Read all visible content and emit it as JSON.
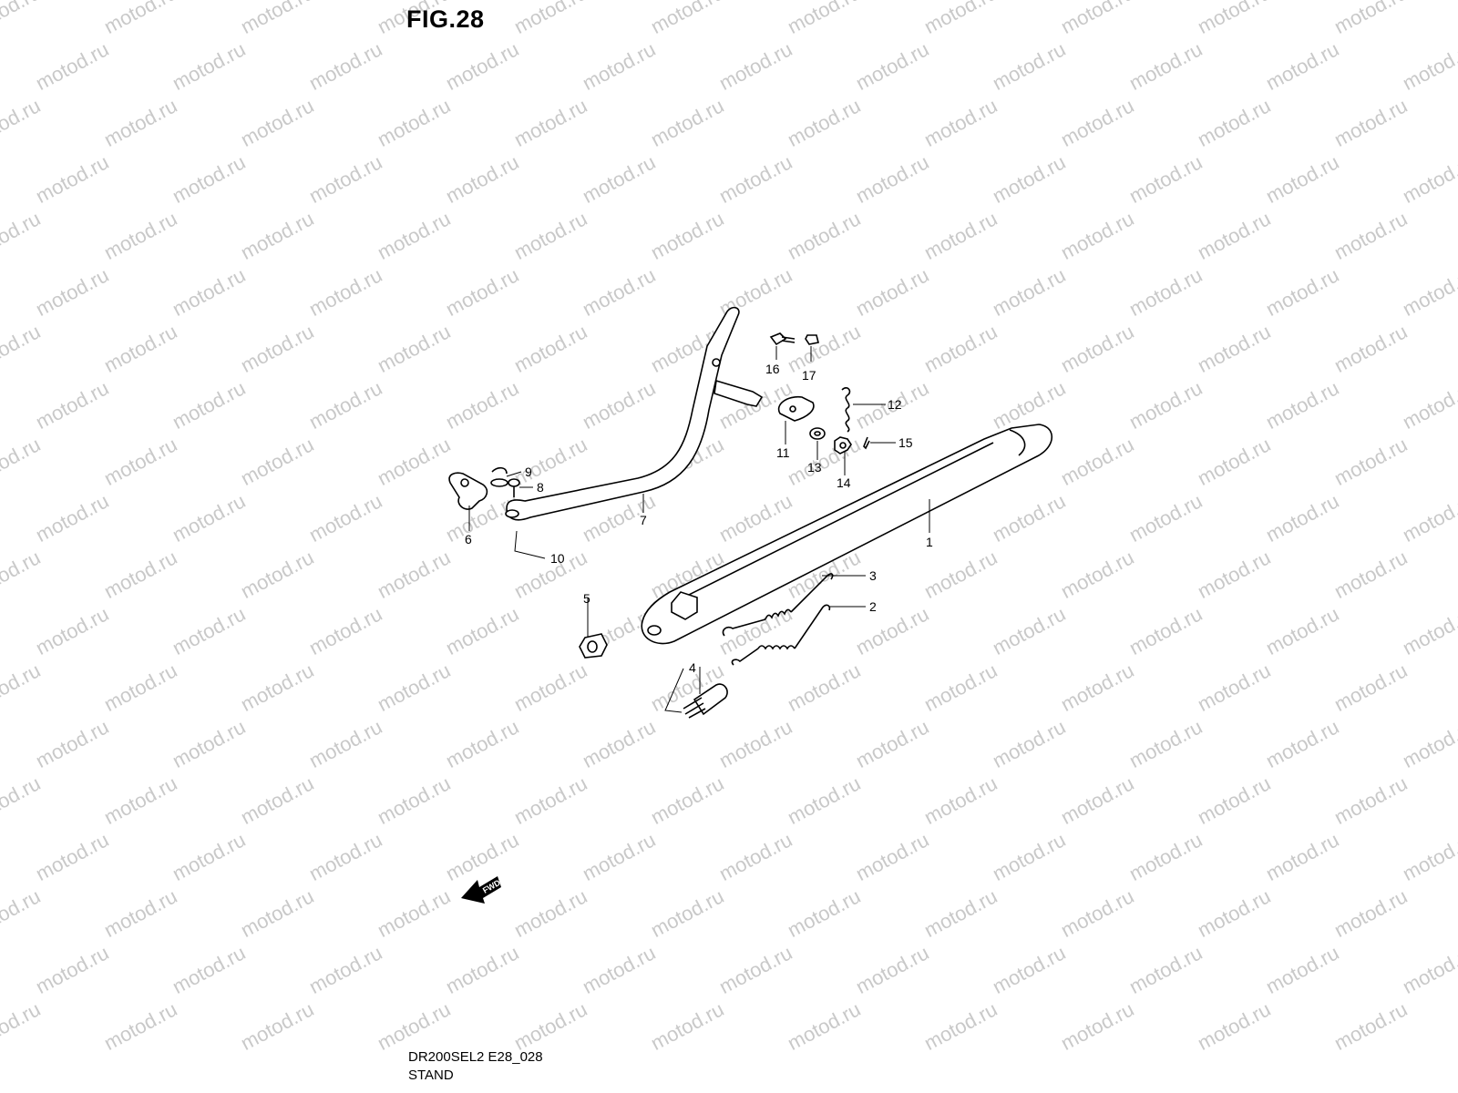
{
  "figure_title": "FIG.28",
  "watermark_text": "motod.ru",
  "model_code": "DR200SEL2 E28_028",
  "section_name": "STAND",
  "fwd_arrow_label": "FWD",
  "callouts": [
    "1",
    "2",
    "3",
    "4",
    "5",
    "6",
    "7",
    "8",
    "9",
    "10",
    "11",
    "12",
    "13",
    "14",
    "15",
    "16",
    "17"
  ],
  "colors": {
    "line": "#000000",
    "background": "#ffffff",
    "watermark": "#c9c9c9"
  }
}
